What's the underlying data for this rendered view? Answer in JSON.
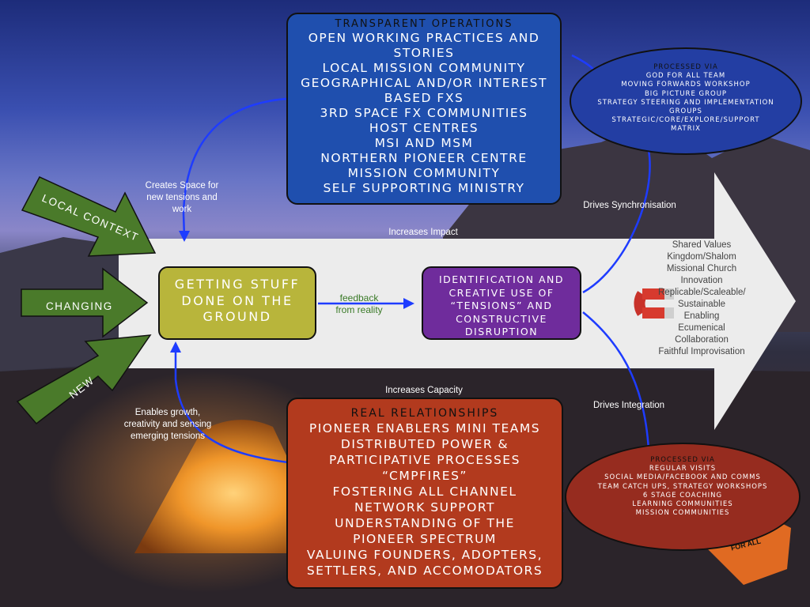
{
  "transparent": {
    "title": "TRANSPARENT OPERATIONS",
    "items": [
      "OPEN WORKING PRACTICES AND",
      "STORIES",
      "LOCAL  MISSION COMMUNITY",
      "GEOGRAPHICAL AND/OR INTEREST",
      "BASED FXS",
      "3RD SPACE FX COMMUNITIES",
      "HOST CENTRES",
      "MSI AND MSM",
      "NORTHERN PIONEER CENTRE",
      "MISSION COMMUNITY",
      "SELF SUPPORTING MINISTRY"
    ]
  },
  "oval_top": {
    "title": "PROCESSED VIA",
    "items": [
      "GOD FOR ALL TEAM",
      "MOVING FORWARDS WORKSHOP",
      "BIG PICTURE GROUP",
      "STRATEGY STEERING AND IMPLEMENTATION",
      "GROUPS",
      "STRATEGIC/CORE/EXPLORE/SUPPORT",
      "MATRIX"
    ]
  },
  "getting_stuff": {
    "lines": [
      "GETTING STUFF",
      "DONE ON THE",
      "GROUND"
    ]
  },
  "identification": {
    "lines": [
      "IDENTIFICATION AND",
      "CREATIVE USE OF",
      "“TENSIONS” AND",
      "CONSTRUCTIVE",
      "DISRUPTION"
    ]
  },
  "feedback": {
    "line1": "feedback",
    "line2": "from reality"
  },
  "input_arrows": {
    "local_context": "LOCAL CONTEXT",
    "changing": "CHANGING",
    "new": "NEW"
  },
  "labels": {
    "creates_space": [
      "Creates Space for",
      "new tensions and",
      "work"
    ],
    "increases_impact": "Increases Impact",
    "increases_capacity": "Increases Capacity",
    "drives_sync": "Drives Synchronisation",
    "drives_integration": "Drives Integration",
    "enables_growth": [
      "Enables growth,",
      "creativity and sensing",
      "emerging tensions"
    ]
  },
  "values": [
    "Shared Values",
    "Kingdom/Shalom",
    "Missional Church",
    "Innovation",
    "Replicable/Scaleable/",
    "Sustainable",
    "Enabling",
    "Ecumenical",
    "Collaboration",
    "Faithful Improvisation"
  ],
  "real": {
    "title": "REAL RELATIONSHIPS",
    "items": [
      "PIONEER ENABLERS MINI TEAMS",
      "DISTRIBUTED POWER &",
      "PARTICIPATIVE PROCESSES",
      "“CMPFIRES”",
      "FOSTERING ALL CHANNEL",
      "NETWORK SUPPORT",
      "UNDERSTANDING OF THE",
      "PIONEER SPECTRUM",
      "VALUING FOUNDERS,  ADOPTERS,",
      "SETTLERS,  AND ACCOMODATORS"
    ]
  },
  "oval_bottom": {
    "title": "PROCESSED VIA",
    "items": [
      "REGULAR VISITS",
      "SOCIAL MEDIA/FACEBOOK AND COMMS",
      "TEAM CATCH UPS, STRATEGY WORKSHOPS",
      "6 STAGE COACHING",
      "LEARNING COMMUNITIES",
      "MISSION COMMUNITIES"
    ]
  },
  "logo_text": "FOR ALL",
  "colors": {
    "blue_box": "#1f4fae",
    "red_box": "#b23a1e",
    "olive_box": "#b8b53b",
    "purple_box": "#6f2c9c",
    "green_arrow": "#4a7a2a",
    "connector": "#1e3cff"
  }
}
